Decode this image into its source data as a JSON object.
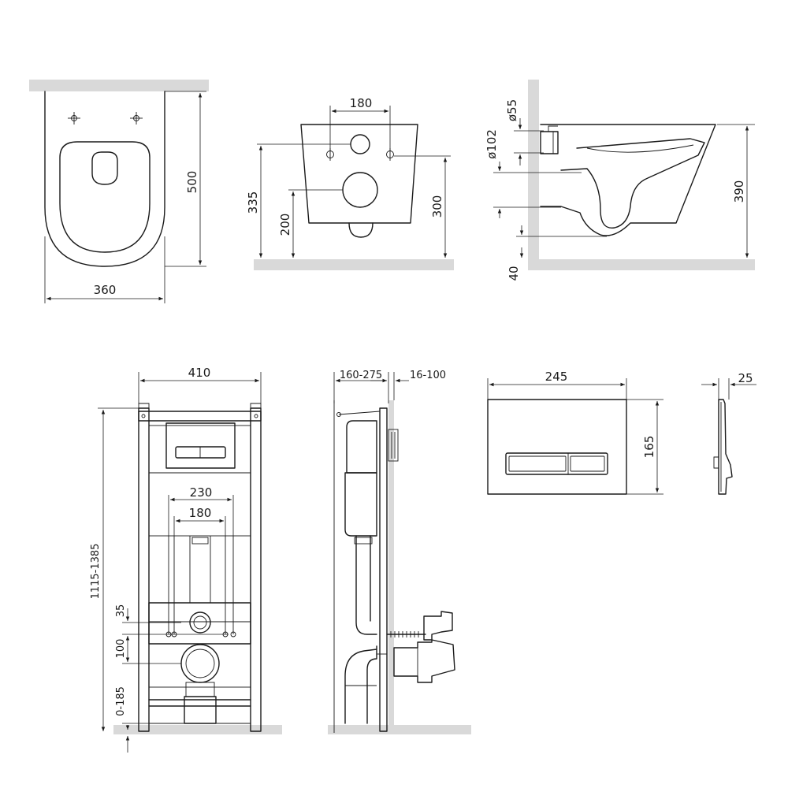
{
  "views": {
    "top": {
      "width": "360",
      "depth": "500"
    },
    "front": {
      "fix_spacing": "180",
      "height_fix": "335",
      "height_outlet": "200",
      "height_rim": "300"
    },
    "side": {
      "inlet_dia": "ø55",
      "outlet_dia": "ø102",
      "height": "390",
      "gap": "40"
    },
    "frame": {
      "width": "410",
      "spacing_230": "230",
      "spacing_180": "180",
      "height_range": "1115-1385",
      "dim_35": "35",
      "dim_100": "100",
      "leg_range": "0-185"
    },
    "frame_side": {
      "depth_range": "160-275",
      "wall_range": "16-100"
    },
    "button": {
      "width": "245",
      "height": "165",
      "depth": "25"
    }
  }
}
